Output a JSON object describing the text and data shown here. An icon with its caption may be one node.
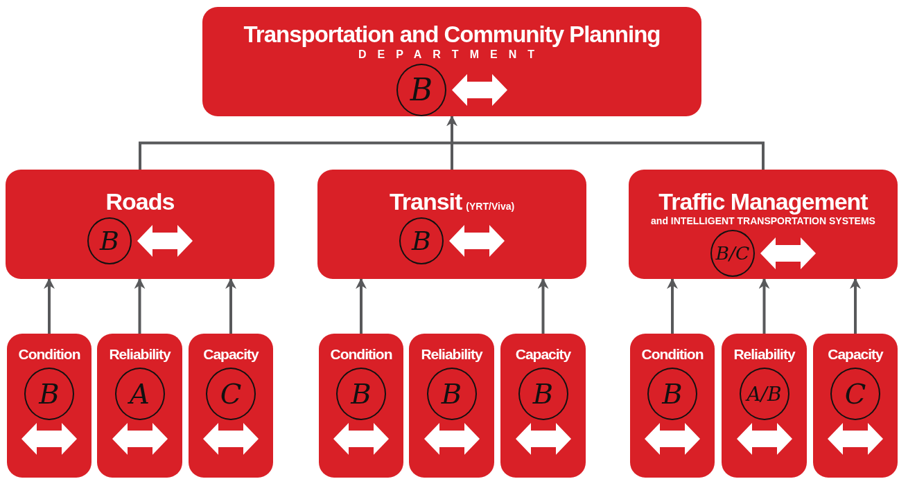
{
  "diagram": {
    "nodes": [
      {
        "text": [
          "Transportation and Community Planning",
          "DEPARTMENT",
          "B"
        ]
      },
      {
        "text": [
          "Roads",
          "B"
        ]
      },
      {
        "text": [
          "Transit",
          "(YRT/Viva)",
          "B"
        ]
      },
      {
        "text": [
          "Traffic Management",
          "and INTELLIGENT TRANSPORTATION SYSTEMS",
          "B/C"
        ]
      },
      {
        "text": [
          "Condition",
          "B"
        ]
      },
      {
        "text": [
          "Reliability",
          "A"
        ]
      },
      {
        "text": [
          "Capacity",
          "C"
        ]
      },
      {
        "text": [
          "Condition",
          "B"
        ]
      },
      {
        "text": [
          "Reliability",
          "B"
        ]
      },
      {
        "text": [
          "Capacity",
          "B"
        ]
      },
      {
        "text": [
          "Condition",
          "B"
        ]
      },
      {
        "text": [
          "Reliability",
          "A/B"
        ]
      },
      {
        "text": [
          "Capacity",
          "C"
        ]
      }
    ],
    "edges": [
      {
        "from": 1,
        "to": 0,
        "arrow": "none"
      },
      {
        "from": 2,
        "to": 0,
        "arrow": "to"
      },
      {
        "from": 3,
        "to": 0,
        "arrow": "none"
      },
      {
        "from": 4,
        "to": 1,
        "arrow": "to"
      },
      {
        "from": 5,
        "to": 1,
        "arrow": "to"
      },
      {
        "from": 6,
        "to": 1,
        "arrow": "to"
      },
      {
        "from": 7,
        "to": 2,
        "arrow": "to"
      },
      {
        "from": 9,
        "to": 2,
        "arrow": "to"
      },
      {
        "from": 10,
        "to": 3,
        "arrow": "to"
      },
      {
        "from": 11,
        "to": 3,
        "arrow": "to"
      },
      {
        "from": 12,
        "to": 3,
        "arrow": "to"
      }
    ]
  }
}
